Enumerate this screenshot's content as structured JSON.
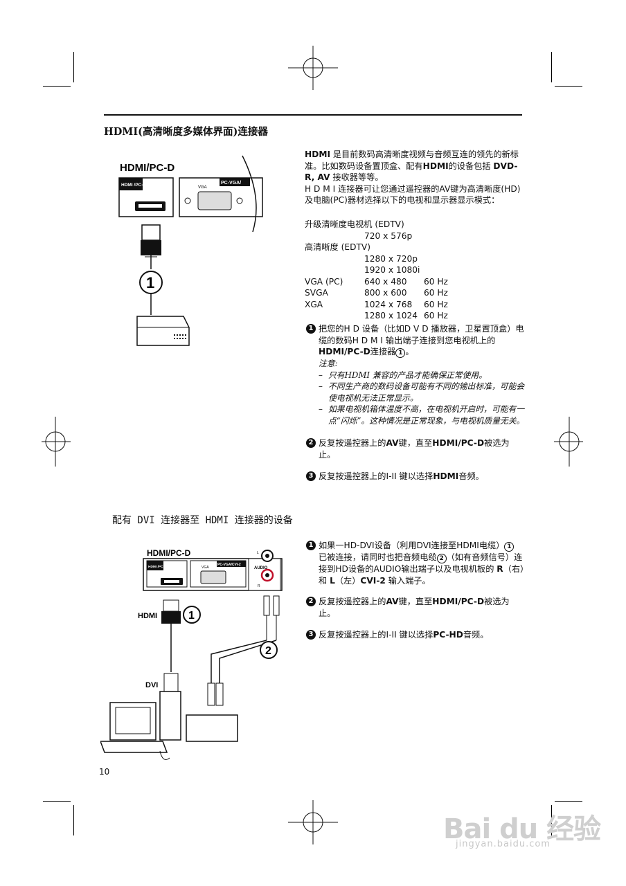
{
  "section1": {
    "title": "HDMI(高清晰度多媒体界面)连接器",
    "diagram": {
      "panel_label": "HDMI/PC-D",
      "port_label": "HDMI /PC-D",
      "vga_label": "VGA",
      "pcvga_label": "PC-VGA/",
      "callout": "1"
    },
    "intro": {
      "p1_bold": "HDMI",
      "p1_a": " 是目前数码高清晰度视频与音频互连的领先的新标准。比如数码设备置顶盒、配有",
      "p1_bold2": "HDMI",
      "p1_b": "的设备包括 ",
      "p1_bold3": "DVD-R, AV",
      "p1_c": " 接收器等等。",
      "p2": "H D M I 连接器可让您通过遥控器的AV键为高清晰度(HD)及电脑(PC)器材选择以下的电视和显示器显示模式："
    },
    "specs": [
      [
        "升级清晰度电视机 (EDTV)",
        "",
        ""
      ],
      [
        "",
        "720 x 576p",
        ""
      ],
      [
        "高清晰度 (EDTV)",
        "",
        ""
      ],
      [
        "",
        "1280 x 720p",
        ""
      ],
      [
        "",
        "1920 x 1080i",
        ""
      ],
      [
        "VGA (PC)",
        "640 x 480",
        "60 Hz"
      ],
      [
        "SVGA",
        "800 x 600",
        "60 Hz"
      ],
      [
        "XGA",
        "1024 x 768",
        "60 Hz"
      ],
      [
        "",
        "1280 x 1024",
        "60 Hz"
      ]
    ],
    "step1": {
      "num": "1",
      "text_a": "把您的H D 设备（比如D V D 播放器，卫星置顶盒）电缆的数码H D M I 输出端子连接到您电视机上的",
      "bold": "HDMI/PC-D",
      "text_b": "连接器",
      "circ": "1",
      "text_c": "。",
      "note_title": "注意:",
      "notes": [
        "只有HDMI 兼容的产品才能确保正常使用。",
        "不同生产商的数码设备可能有不同的输出标准，可能会使电视机无法正常显示。",
        "如果电视机箱体温度不高，在电视机开启时，可能有一点“闪烁”。这种情况是正常现象，与电视机质量无关。"
      ]
    },
    "step2": {
      "num": "2",
      "a": "反复按遥控器上的",
      "b1": "AV",
      "c": "键，直至",
      "b2": "HDMI/PC-D",
      "d": "被选为止。"
    },
    "step3": {
      "num": "3",
      "a": "反复按遥控器上的I-II 键以选择",
      "b": "HDMI",
      "c": "音频。"
    }
  },
  "section2": {
    "title": "配有 DVI 连接器至 HDMI 连接器的设备",
    "diagram": {
      "panel_label": "HDMI/PC-D",
      "port_label": "HDMI /PC-D",
      "vga_label": "VGA",
      "pcvga_label": "PC-VGA/CVI-2",
      "audio_label": "AUDIO",
      "l_label": "L",
      "r_label": "R",
      "hdmi_label": "HDMI",
      "dvi_label": "DVI",
      "callout1": "1",
      "callout2": "2"
    },
    "step1": {
      "num": "1",
      "a": "如果一HD-DVI设备（利用DVI连接至HDMI电缆）",
      "circ1": "1",
      "b": " 已被连接，请同时也把音频电缆",
      "circ2": "2",
      "c": "（如有音频信号）连接到HD设备的AUDIO输出端子以及电视机板的 ",
      "r": "R",
      "d": "（右）和 ",
      "l": "L",
      "e": "（左）",
      "cvi": "CVI-2",
      "f": " 输入端子。"
    },
    "step2": {
      "num": "2",
      "a": "反复按遥控器上的",
      "b1": "AV",
      "c": "键，直至",
      "b2": "HDMI/PC-D",
      "d": "被选为止。"
    },
    "step3": {
      "num": "3",
      "a": "反复按遥控器上的I-II 键以选择",
      "b": "PC-HD",
      "c": "音频。"
    }
  },
  "page_number": "10",
  "watermark": {
    "brand": "Bai du 经验",
    "url": "jingyan.baidu.com"
  }
}
